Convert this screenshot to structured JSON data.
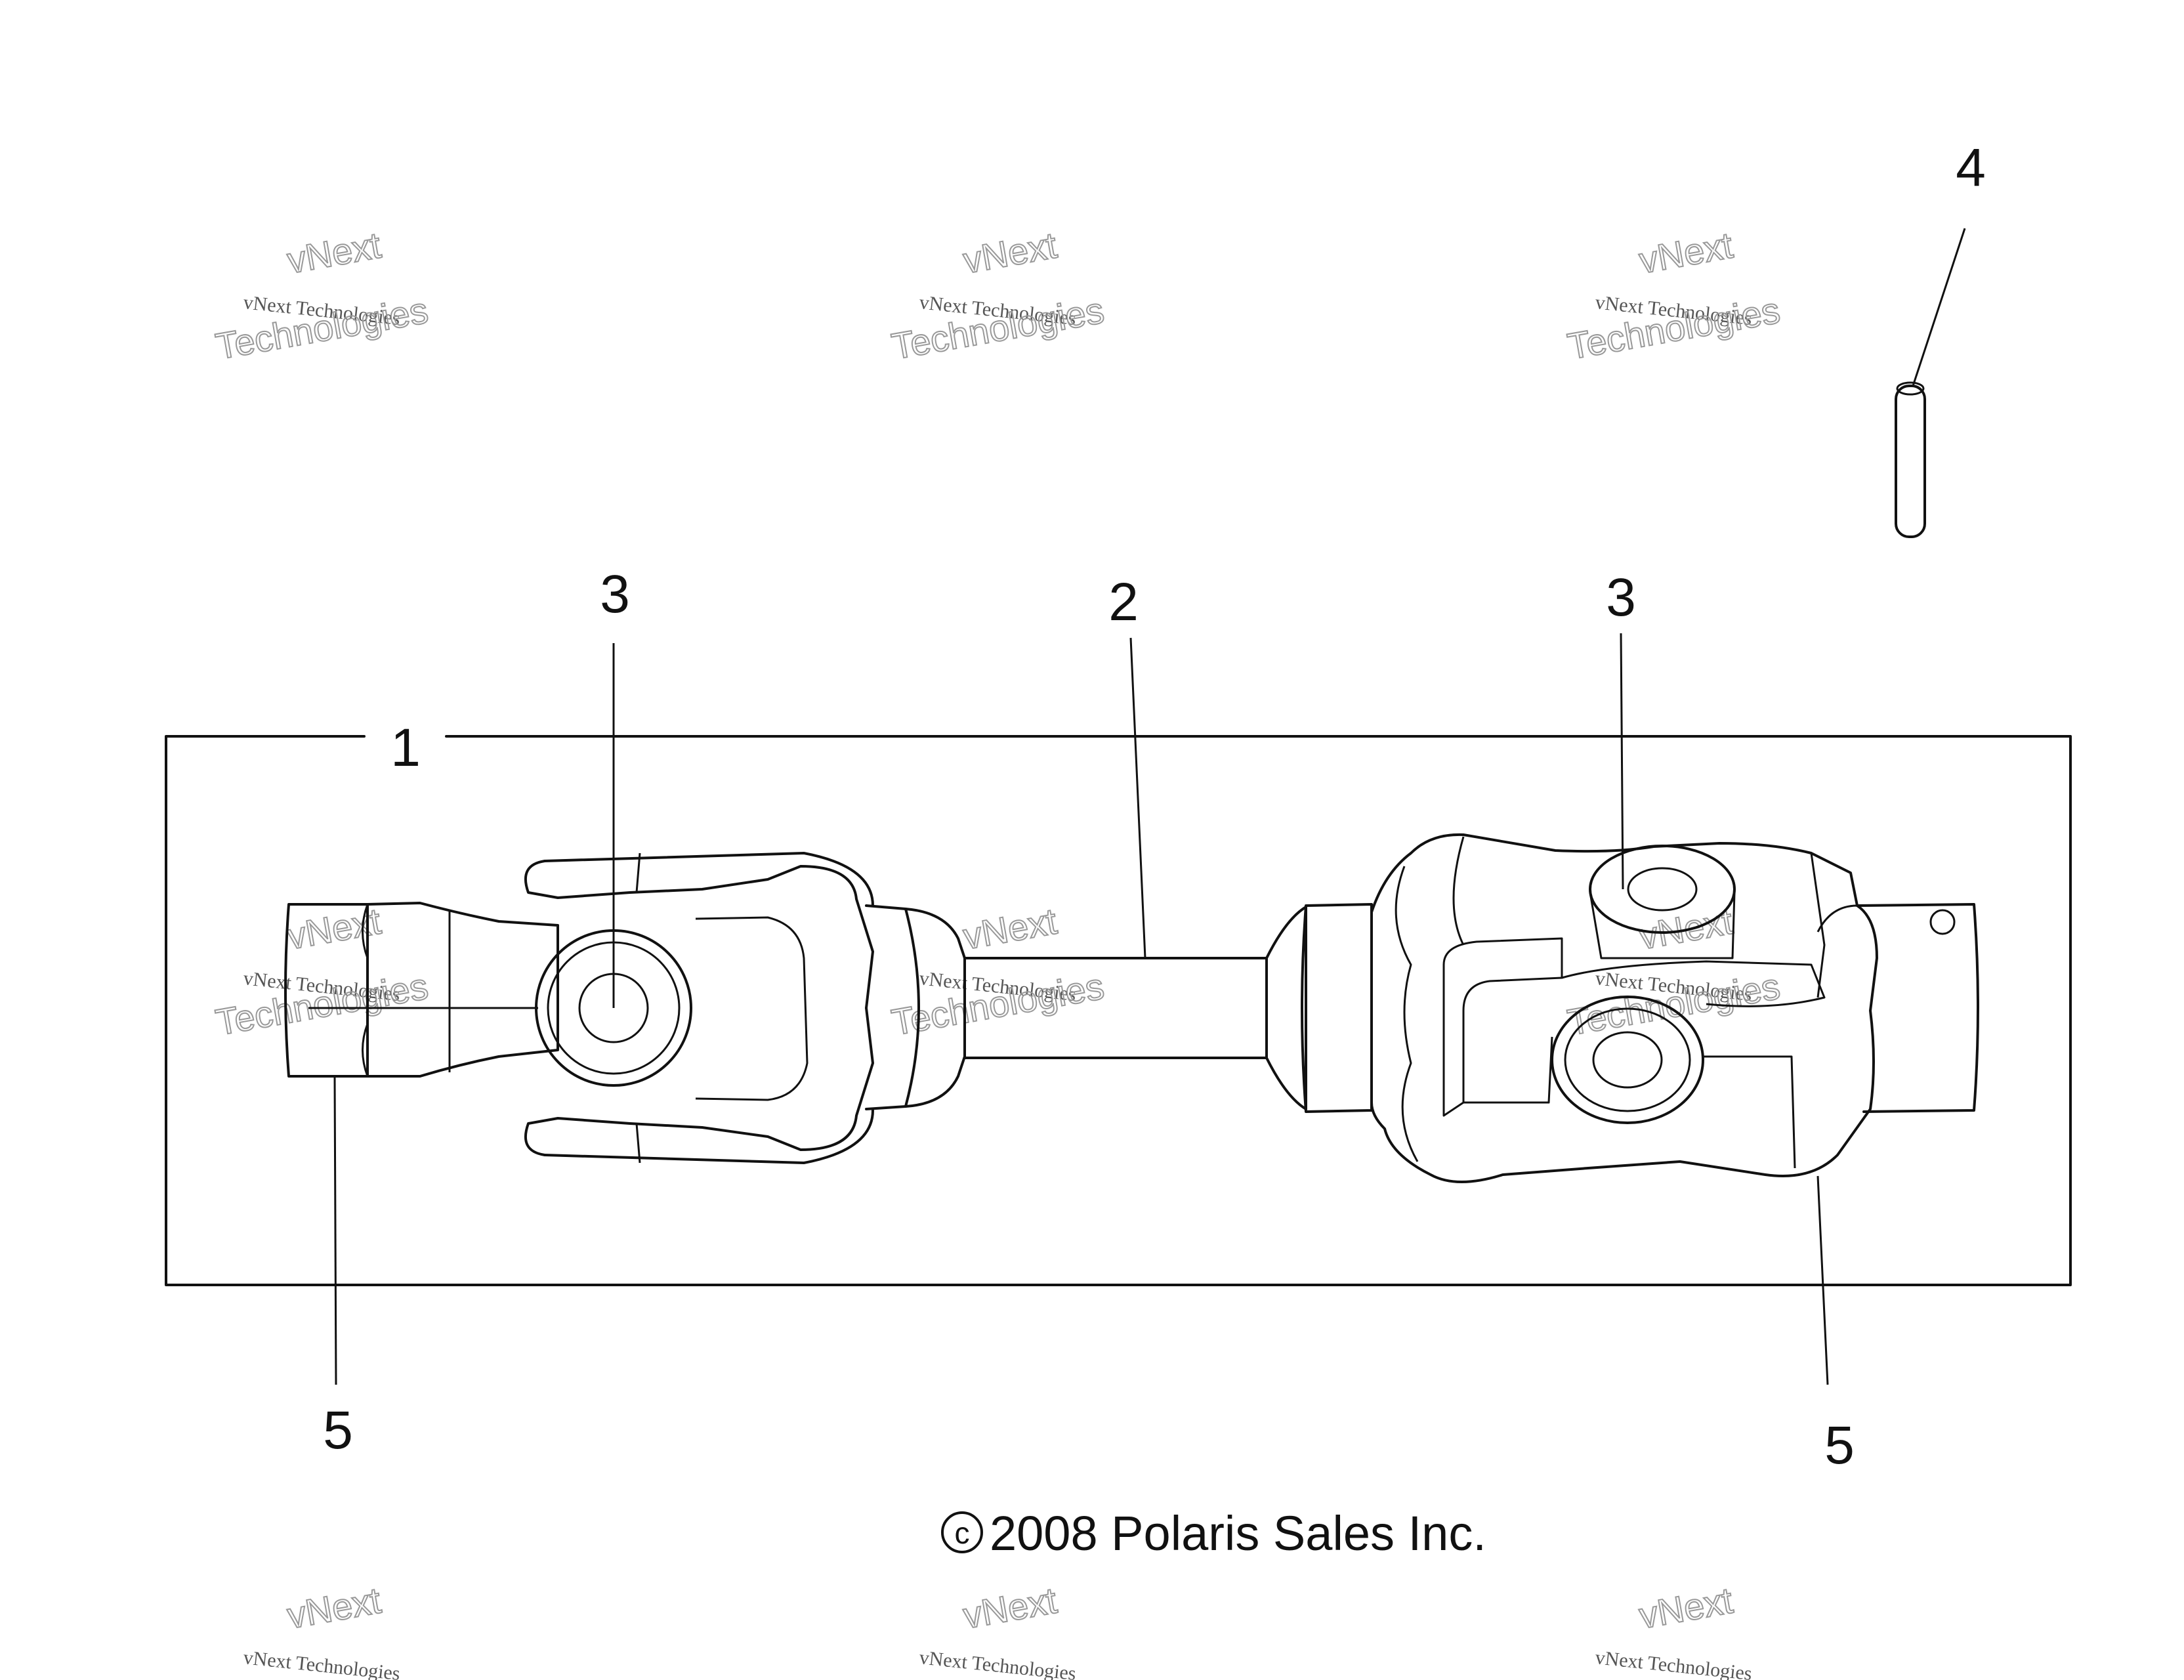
{
  "callouts": {
    "c1": "1",
    "c2": "2",
    "c3_left": "3",
    "c3_right": "3",
    "c4": "4",
    "c5_left": "5",
    "c5_right": "5"
  },
  "copyright": "2008 Polaris Sales Inc.",
  "copyright_symbol": "c",
  "watermark": {
    "line1": "vNext Technologies",
    "line2a": "vNext",
    "line2b": "Technologies"
  }
}
